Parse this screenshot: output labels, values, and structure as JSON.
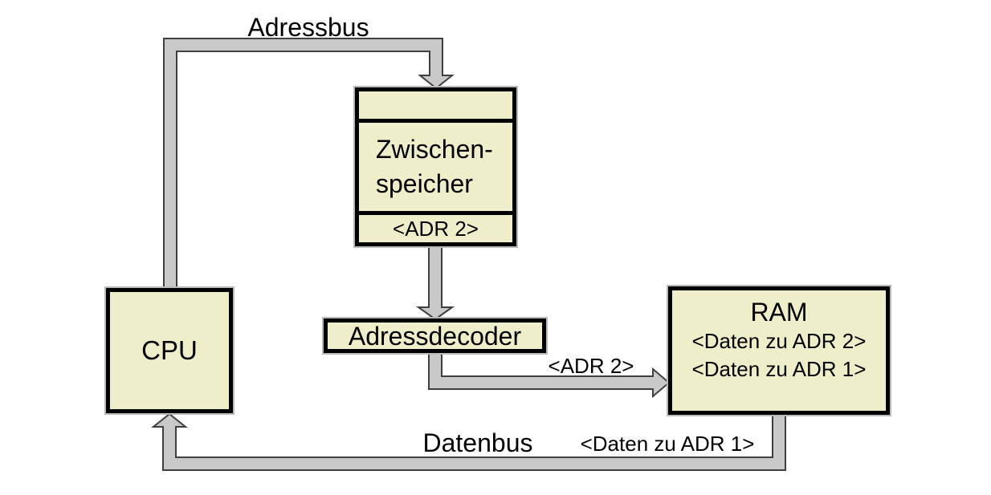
{
  "diagram": {
    "type": "block-diagram",
    "topic": "CPU / RAM Adress- und Datenbus mit Zwischenspeicher und Adressdecoder"
  },
  "colors": {
    "box_fill": "#eeeeca",
    "box_border": "#000000",
    "box_outer_edge": "#b9b9b9",
    "bus_fill": "#c9c9c9",
    "bus_outline": "#3f3f3f",
    "background": "#ffffff",
    "text": "#000000"
  },
  "nodes": {
    "cpu": {
      "label": "CPU"
    },
    "zwischenspeicher": {
      "label_line1": "Zwischen-",
      "label_line2": "speicher",
      "slot": "<ADR 2>"
    },
    "adressdecoder": {
      "label": "Adressdecoder"
    },
    "ram": {
      "title": "RAM",
      "rows": [
        "<Daten zu ADR 2>",
        "<Daten zu ADR 1>"
      ]
    }
  },
  "bus_labels": {
    "adressbus": "Adressbus",
    "datenbus": "Datenbus",
    "adr2": "<ADR 2>",
    "daten_zu_adr1": "<Daten zu ADR 1>"
  },
  "connections": [
    {
      "from": "CPU",
      "to": "Zwischenspeicher",
      "bus": "Adressbus"
    },
    {
      "from": "Zwischenspeicher",
      "to": "Adressdecoder",
      "carries": "<ADR 2>"
    },
    {
      "from": "Adressdecoder",
      "to": "RAM",
      "carries": "<ADR 2>"
    },
    {
      "from": "RAM",
      "to": "CPU",
      "bus": "Datenbus",
      "carries": "<Daten zu ADR 1>"
    }
  ]
}
